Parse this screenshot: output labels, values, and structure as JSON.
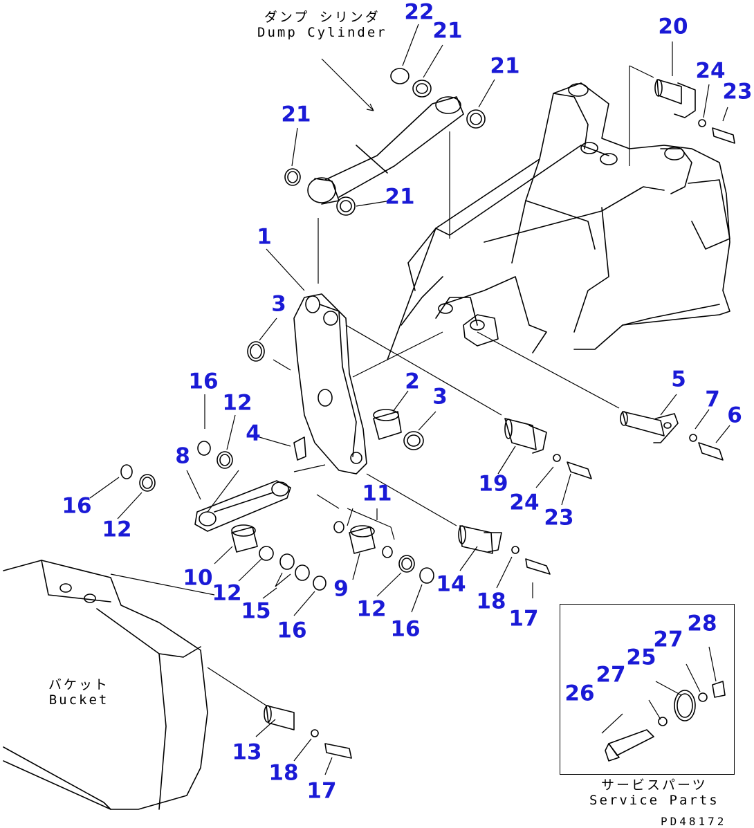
{
  "captions": {
    "dump_cylinder_jp": "ダンプ シリンダ",
    "dump_cylinder_en": "Dump Cylinder",
    "bucket_jp": "バケット",
    "bucket_en": "Bucket",
    "service_parts_jp": "サービスパーツ",
    "service_parts_en": "Service Parts",
    "drawing_code": "PD48172"
  },
  "callouts": [
    {
      "id": "c22a",
      "text": "22"
    },
    {
      "id": "c21a",
      "text": "21"
    },
    {
      "id": "c21b",
      "text": "21"
    },
    {
      "id": "c21c",
      "text": "21"
    },
    {
      "id": "c21d",
      "text": "21"
    },
    {
      "id": "c20",
      "text": "20"
    },
    {
      "id": "c24a",
      "text": "24"
    },
    {
      "id": "c23a",
      "text": "23"
    },
    {
      "id": "c1",
      "text": "1"
    },
    {
      "id": "c3a",
      "text": "3"
    },
    {
      "id": "c16a",
      "text": "16"
    },
    {
      "id": "c12a",
      "text": "12"
    },
    {
      "id": "c4",
      "text": "4"
    },
    {
      "id": "c2",
      "text": "2"
    },
    {
      "id": "c3b",
      "text": "3"
    },
    {
      "id": "c5",
      "text": "5"
    },
    {
      "id": "c7",
      "text": "7"
    },
    {
      "id": "c6",
      "text": "6"
    },
    {
      "id": "c8",
      "text": "8"
    },
    {
      "id": "c16b",
      "text": "16"
    },
    {
      "id": "c12b",
      "text": "12"
    },
    {
      "id": "c11",
      "text": "11"
    },
    {
      "id": "c19",
      "text": "19"
    },
    {
      "id": "c24b",
      "text": "24"
    },
    {
      "id": "c23b",
      "text": "23"
    },
    {
      "id": "c10",
      "text": "10"
    },
    {
      "id": "c12c",
      "text": "12"
    },
    {
      "id": "c15",
      "text": "15"
    },
    {
      "id": "c16c",
      "text": "16"
    },
    {
      "id": "c9",
      "text": "9"
    },
    {
      "id": "c12d",
      "text": "12"
    },
    {
      "id": "c16d",
      "text": "16"
    },
    {
      "id": "c14",
      "text": "14"
    },
    {
      "id": "c18a",
      "text": "18"
    },
    {
      "id": "c17a",
      "text": "17"
    },
    {
      "id": "c13",
      "text": "13"
    },
    {
      "id": "c18b",
      "text": "18"
    },
    {
      "id": "c17b",
      "text": "17"
    },
    {
      "id": "c26",
      "text": "26"
    },
    {
      "id": "c27a",
      "text": "27"
    },
    {
      "id": "c25",
      "text": "25"
    },
    {
      "id": "c27b",
      "text": "27"
    },
    {
      "id": "c28",
      "text": "28"
    }
  ],
  "colors": {
    "callout": "#1a1ad6",
    "line": "#000000"
  }
}
